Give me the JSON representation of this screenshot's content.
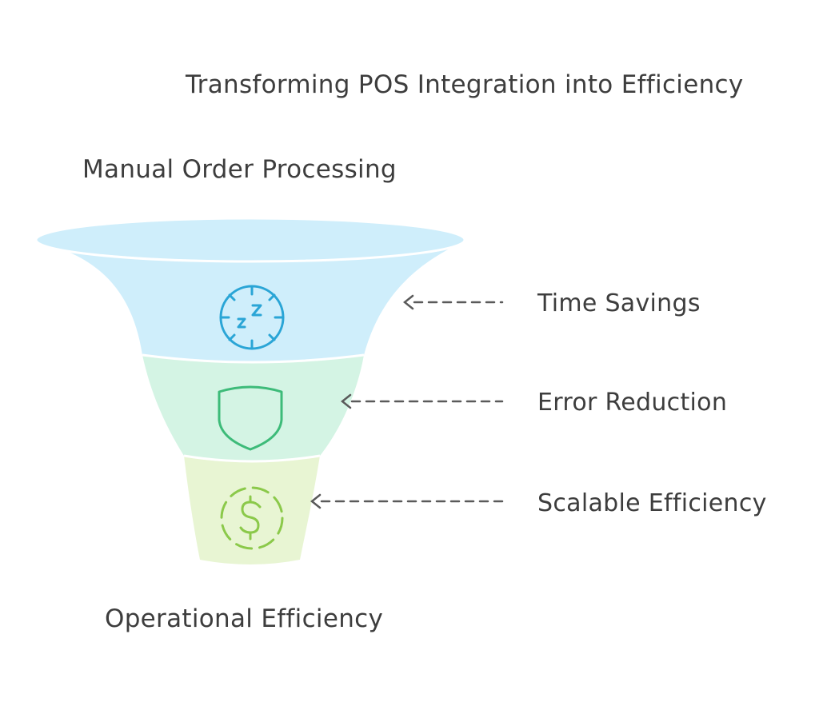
{
  "diagram": {
    "title": "Transforming POS Integration into Efficiency",
    "top_label": "Manual Order Processing",
    "bottom_label": "Operational Efficiency",
    "stages": [
      {
        "label": "Time Savings",
        "icon": "sleep-clock-icon",
        "fill": "#cfeefb",
        "stroke": "#2aa5d6"
      },
      {
        "label": "Error Reduction",
        "icon": "shield-icon",
        "fill": "#d4f4e4",
        "stroke": "#3dbb79"
      },
      {
        "label": "Scalable Efficiency",
        "icon": "dollar-icon",
        "fill": "#e8f5d3",
        "stroke": "#8bc94a"
      }
    ],
    "arrow_color": "#5a5a5a"
  }
}
